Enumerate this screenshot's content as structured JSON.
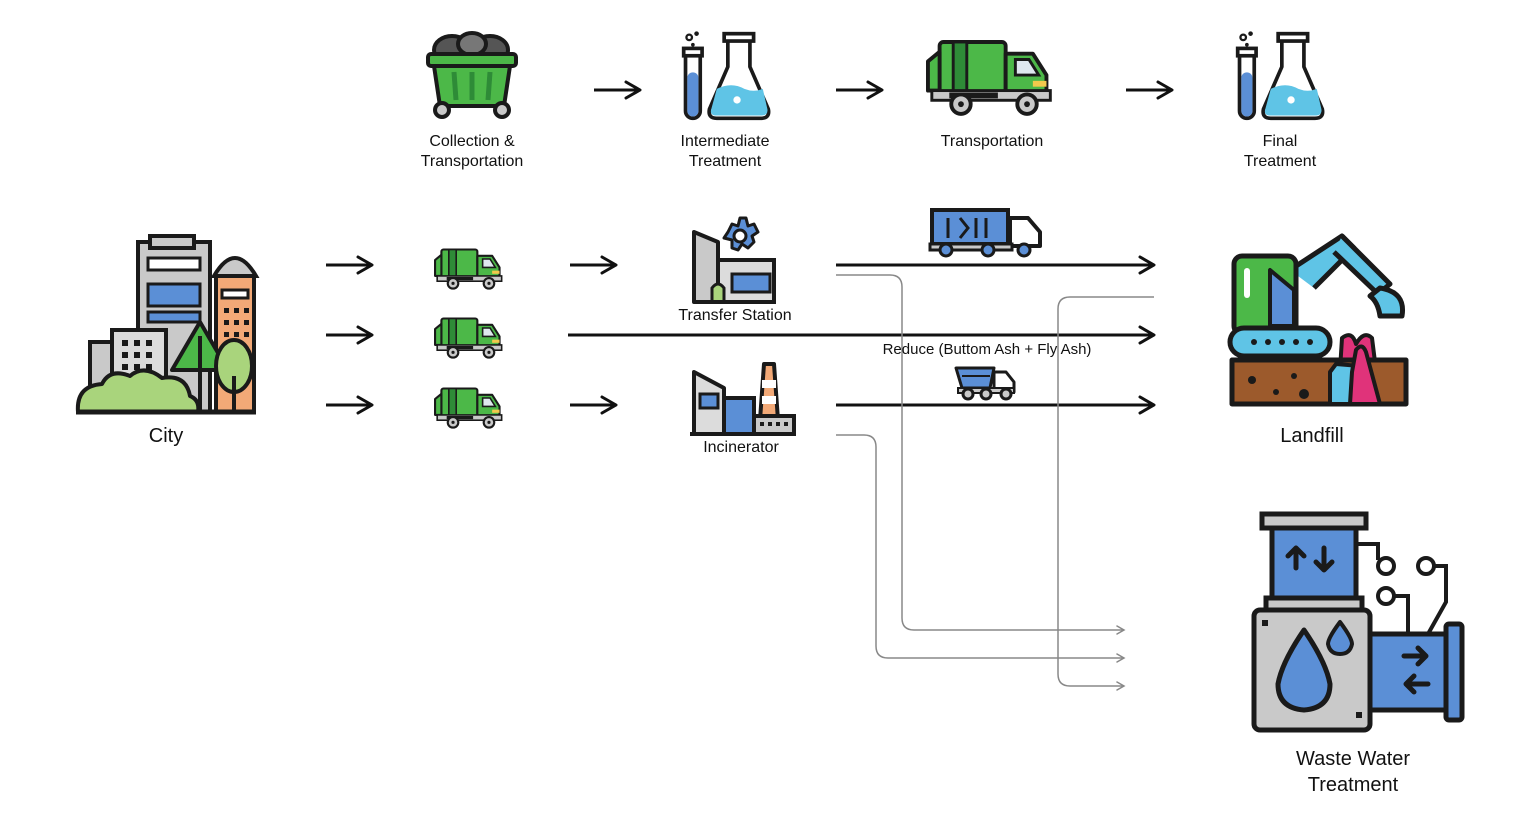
{
  "top_flow": {
    "step1": {
      "line1": "Collection &",
      "line2": "Transportation"
    },
    "step2": {
      "line1": "Intermediate",
      "line2": "Treatment"
    },
    "step3": {
      "line1": "Transportation"
    },
    "step4": {
      "line1": "Final",
      "line2": "Treatment"
    }
  },
  "nodes": {
    "city": "City",
    "transfer_station": "Transfer Station",
    "incinerator": "Incinerator",
    "landfill": "Landfill",
    "waste_water": {
      "line1": "Waste Water",
      "line2": "Treatment"
    }
  },
  "edge_labels": {
    "reduce": "Reduce (Buttom Ash + Fly Ash)"
  },
  "colors": {
    "green": "#4cb848",
    "dark_green": "#2e8b37",
    "blue": "#5b8fd6",
    "light_blue": "#5fc4e6",
    "gray": "#c9c9c9",
    "brown": "#9c5a2c",
    "pink": "#e0337a",
    "outline": "#1a1a1a",
    "leaf": "#a9d47c",
    "orange": "#f2a977"
  },
  "icons": [
    "dumpster-icon",
    "lab-flask-icon",
    "garbage-truck-icon",
    "city-icon",
    "transfer-station-icon",
    "incinerator-icon",
    "container-truck-icon",
    "dump-truck-icon",
    "landfill-excavator-icon",
    "water-treatment-icon"
  ]
}
